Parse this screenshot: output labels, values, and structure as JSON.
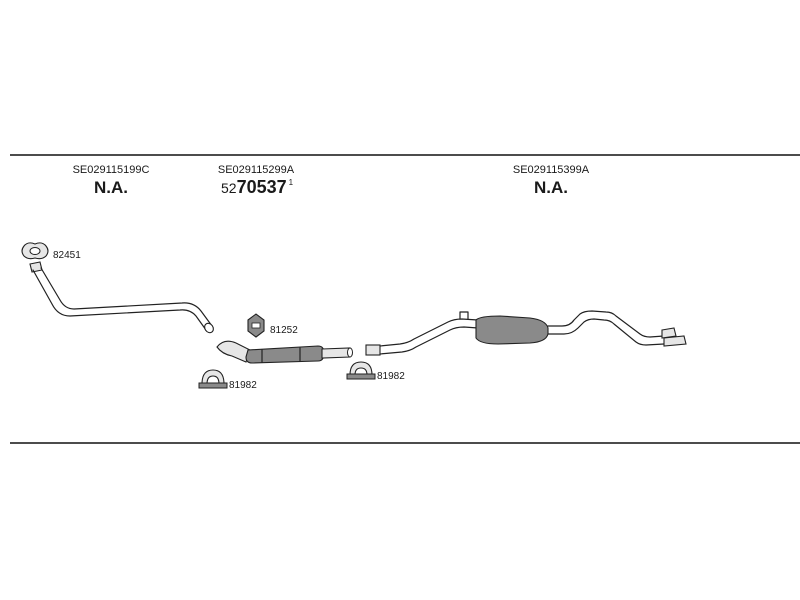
{
  "sections": [
    {
      "code": "SE029115199C",
      "status": "N.A."
    },
    {
      "code": "SE029115299A",
      "number_prefix": "52",
      "number_main": "70537",
      "number_suffix": "1"
    },
    {
      "code": "SE029115399A",
      "status": "N.A."
    }
  ],
  "parts": {
    "gasket": "82451",
    "rubber_mount": "81252",
    "clamp_left": "81982",
    "clamp_right": "81982"
  }
}
